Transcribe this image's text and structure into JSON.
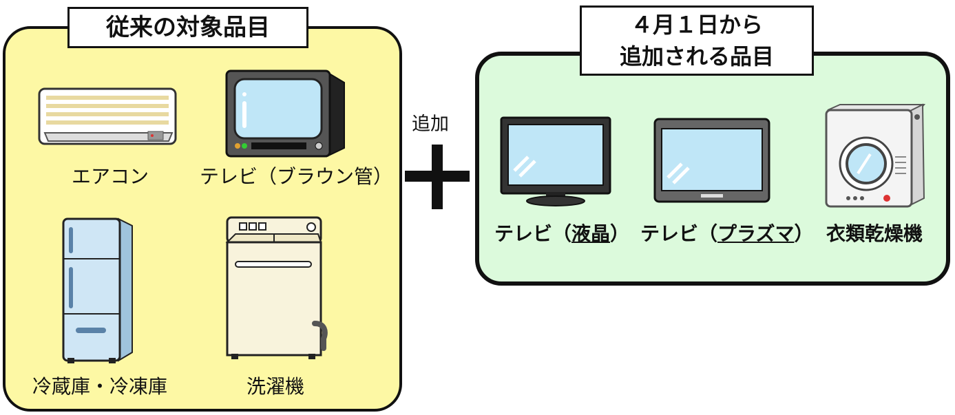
{
  "left_panel": {
    "title": "従来の対象品目",
    "items": [
      {
        "label": "エアコン",
        "icon": "air-conditioner-icon"
      },
      {
        "label": "テレビ（ブラウン管）",
        "icon": "crt-tv-icon"
      },
      {
        "label": "冷蔵庫・冷凍庫",
        "icon": "refrigerator-icon"
      },
      {
        "label": "洗濯機",
        "icon": "washing-machine-icon"
      }
    ]
  },
  "connector": {
    "label": "追加",
    "icon": "plus-icon"
  },
  "right_panel": {
    "title_line1": "４月１日から",
    "title_line2": "追加される品目",
    "items": [
      {
        "label_prefix": "テレビ（",
        "label_underlined": "液晶",
        "label_suffix": "）",
        "icon": "lcd-tv-icon"
      },
      {
        "label_prefix": "テレビ（",
        "label_underlined": "プラズマ",
        "label_suffix": "）",
        "icon": "plasma-tv-icon"
      },
      {
        "label": "衣類乾燥機",
        "icon": "clothes-dryer-icon"
      }
    ]
  },
  "colors": {
    "left_panel_bg": "#fdf8a4",
    "right_panel_bg": "#dcfadc",
    "screen_blue": "#bfe6f7",
    "outline": "#111111"
  }
}
